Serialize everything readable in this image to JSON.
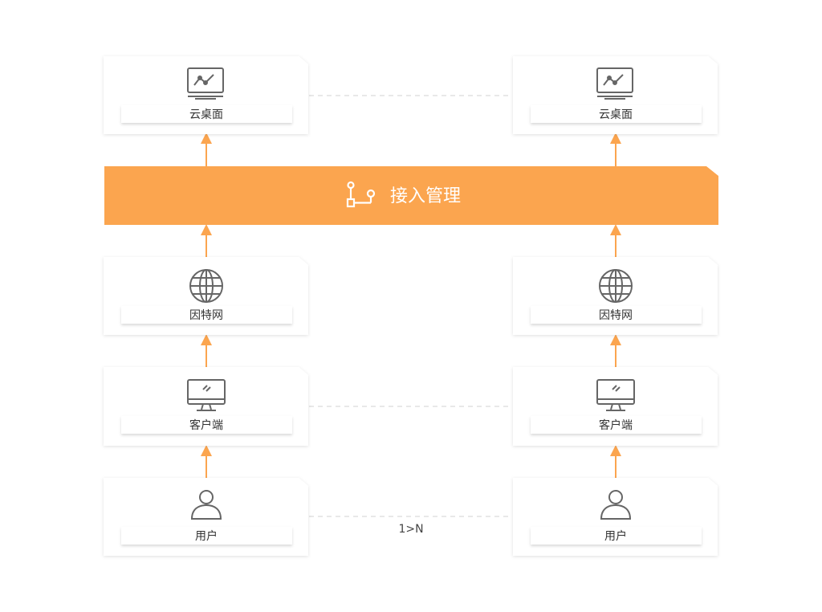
{
  "colors": {
    "accent": "#FBA54F",
    "icon": "#666666",
    "dashed_line": "#D0D0D0",
    "label_text": "#333333"
  },
  "banner": {
    "label": "接入管理",
    "icon": "branch-icon"
  },
  "nodes": {
    "cloud_desktop": {
      "label": "云桌面",
      "icon": "monitor-chart-icon"
    },
    "internet": {
      "label": "因特网",
      "icon": "globe-icon"
    },
    "client": {
      "label": "客户端",
      "icon": "desktop-computer-icon"
    },
    "user": {
      "label": "用户",
      "icon": "user-icon"
    }
  },
  "ratio_label": "1>N"
}
